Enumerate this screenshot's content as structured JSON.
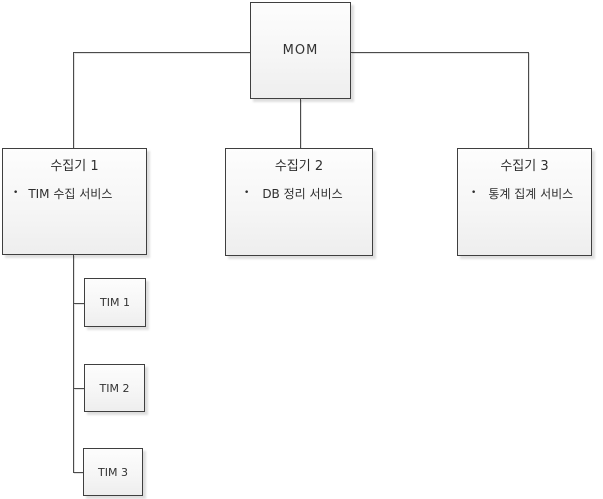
{
  "diagram": {
    "bullet_char": "•",
    "nodes": {
      "mom": {
        "label": "MOM"
      },
      "collector1": {
        "title": "수집기 1",
        "items": [
          "TIM 수집 서비스"
        ]
      },
      "collector2": {
        "title": "수집기 2",
        "items": [
          "DB 정리 서비스"
        ]
      },
      "collector3": {
        "title": "수집기 3",
        "items": [
          "통계 집계 서비스"
        ]
      },
      "tim1": {
        "label": "TIM 1"
      },
      "tim2": {
        "label": "TIM 2"
      },
      "tim3": {
        "label": "TIM 3"
      }
    },
    "colors": {
      "box_border": "#3f3f3f",
      "box_fill_top": "#fdfdfd",
      "box_fill_bottom": "#eeeeee",
      "connector": "#4b4b4b",
      "text": "#2e2e2e",
      "shadow": "#e2e2e2",
      "background": "#ffffff"
    }
  }
}
